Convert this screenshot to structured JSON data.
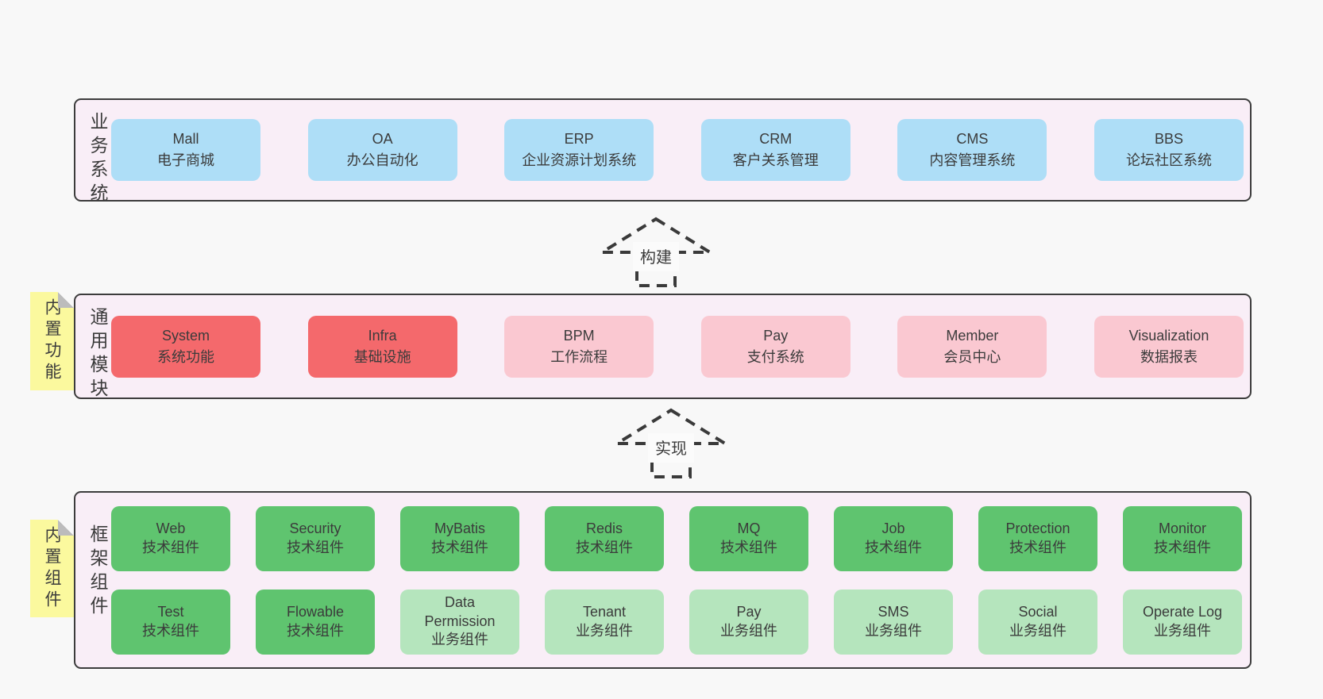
{
  "page": {
    "background": "#f8f8f8",
    "container_background": "#f9eef7",
    "container_border": "#3c3c3c",
    "text_color": "#3b3b3b"
  },
  "colors": {
    "blue": "#aedef7",
    "red": "#f4696c",
    "pink": "#fac8d1",
    "green": "#5fc46f",
    "lightgreen": "#b5e5bd",
    "sticky_yellow": "#fbf99e",
    "fold_gray": "#bcbcbc",
    "arrow_stroke": "#3a3a3a"
  },
  "sections": {
    "business": {
      "label": "业务系统",
      "boxes": [
        {
          "name": "Mall",
          "desc": "电子商城",
          "variant": "blue"
        },
        {
          "name": "OA",
          "desc": "办公自动化",
          "variant": "blue"
        },
        {
          "name": "ERP",
          "desc": "企业资源计划系统",
          "variant": "blue"
        },
        {
          "name": "CRM",
          "desc": "客户关系管理",
          "variant": "blue"
        },
        {
          "name": "CMS",
          "desc": "内容管理系统",
          "variant": "blue"
        },
        {
          "name": "BBS",
          "desc": "论坛社区系统",
          "variant": "blue"
        }
      ]
    },
    "common": {
      "label": "通用模块",
      "tag": "内置功能",
      "boxes": [
        {
          "name": "System",
          "desc": "系统功能",
          "variant": "red"
        },
        {
          "name": "Infra",
          "desc": "基础设施",
          "variant": "red"
        },
        {
          "name": "BPM",
          "desc": "工作流程",
          "variant": "pink"
        },
        {
          "name": "Pay",
          "desc": "支付系统",
          "variant": "pink"
        },
        {
          "name": "Member",
          "desc": "会员中心",
          "variant": "pink"
        },
        {
          "name": "Visualization",
          "desc": "数据报表",
          "variant": "pink"
        }
      ]
    },
    "framework": {
      "label": "框架组件",
      "tag": "内置组件",
      "row1": [
        {
          "name": "Web",
          "desc": "技术组件",
          "variant": "green"
        },
        {
          "name": "Security",
          "desc": "技术组件",
          "variant": "green"
        },
        {
          "name": "MyBatis",
          "desc": "技术组件",
          "variant": "green"
        },
        {
          "name": "Redis",
          "desc": "技术组件",
          "variant": "green"
        },
        {
          "name": "MQ",
          "desc": "技术组件",
          "variant": "green"
        },
        {
          "name": "Job",
          "desc": "技术组件",
          "variant": "green"
        },
        {
          "name": "Protection",
          "desc": "技术组件",
          "variant": "green"
        },
        {
          "name": "Monitor",
          "desc": "技术组件",
          "variant": "green"
        }
      ],
      "row2": [
        {
          "name": "Test",
          "desc": "技术组件",
          "variant": "green"
        },
        {
          "name": "Flowable",
          "desc": "技术组件",
          "variant": "green"
        },
        {
          "name": "Data Permission",
          "desc": "业务组件",
          "variant": "lightgreen"
        },
        {
          "name": "Tenant",
          "desc": "业务组件",
          "variant": "lightgreen"
        },
        {
          "name": "Pay",
          "desc": "业务组件",
          "variant": "lightgreen"
        },
        {
          "name": "SMS",
          "desc": "业务组件",
          "variant": "lightgreen"
        },
        {
          "name": "Social",
          "desc": "业务组件",
          "variant": "lightgreen"
        },
        {
          "name": "Operate Log",
          "desc": "业务组件",
          "variant": "lightgreen"
        }
      ]
    }
  },
  "arrows": [
    {
      "label": "构建"
    },
    {
      "label": "实现"
    }
  ]
}
